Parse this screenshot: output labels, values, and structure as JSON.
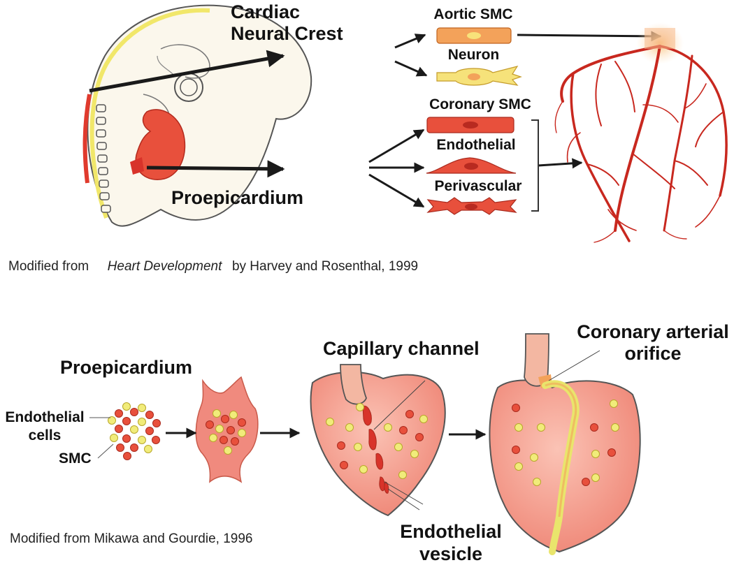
{
  "top_panel": {
    "labels": {
      "cardiac_neural_crest": "Cardiac\nNeural Crest",
      "proepicardium": "Proepicardium",
      "aortic_smc": "Aortic SMC",
      "neuron": "Neuron",
      "coronary_smc": "Coronary SMC",
      "endothelial": "Endothelial",
      "perivascular": "Perivascular"
    },
    "caption": {
      "prefix": "Modified from",
      "title": "Heart Development",
      "suffix": "by Harvey and Rosenthal, 1999"
    }
  },
  "bottom_panel": {
    "labels": {
      "proepicardium": "Proepicardium",
      "endothelial_cells": "Endothelial\ncells",
      "smc": "SMC",
      "capillary_channel": "Capillary channel",
      "coronary_arterial_orifice": "Coronary arterial\norifice",
      "endothelial_vesicle": "Endothelial\nvesicle"
    },
    "caption": "Modified from Mikawa and Gourdie, 1996"
  },
  "colors": {
    "red": "#d8332a",
    "pink": "#f08a7e",
    "yellow": "#f1ec7a",
    "orange": "#f3a25a",
    "arrow": "#1a1a1a"
  }
}
